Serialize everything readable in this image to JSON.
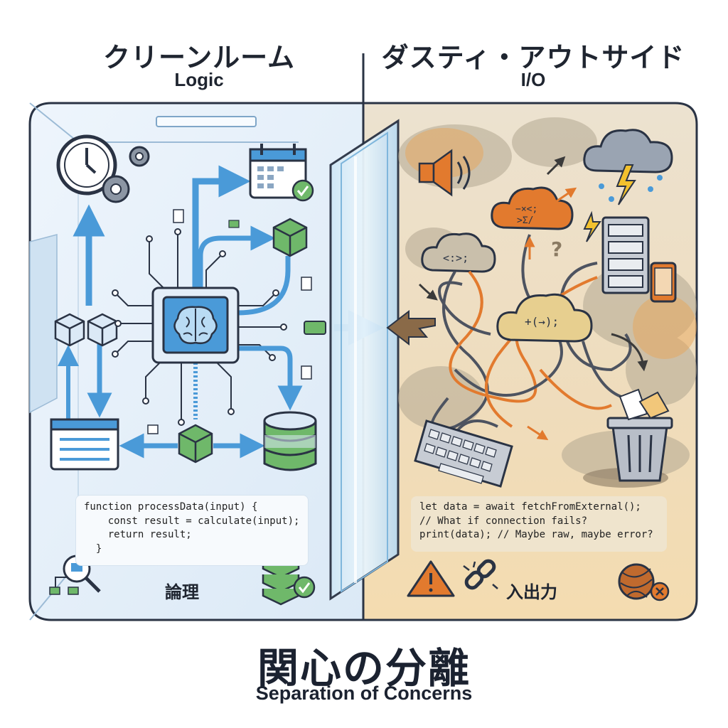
{
  "left": {
    "title": "クリーンルーム",
    "subtitle": "Logic",
    "code_lines": [
      "function processData(input) {",
      "    const result = calculate(input);",
      "    return result;",
      "  }"
    ],
    "footer_label": "論理"
  },
  "right": {
    "title": "ダスティ・アウトサイド",
    "subtitle": "I/O",
    "code_lines": [
      "let data = await fetchFromExternal();",
      "// What if connection fails?",
      "print(data); // Maybe raw, maybe error?"
    ],
    "footer_label": "入出力",
    "cloud_top_text": "−×<;\n>Σ/",
    "cloud_left_text": "<:>;",
    "cloud_center_text": "+(→);"
  },
  "main_title": "関心の分離",
  "main_subtitle": "Separation of Concerns",
  "colors": {
    "clean_blue": "#4a9ad8",
    "clean_bg": "#e8f2fb",
    "dusty_bg": "#f3dfba",
    "dust_grey": "#b3a892",
    "warn_orange": "#e27a2e",
    "outline": "#2a3344",
    "green_cube": "#6fb86a"
  }
}
